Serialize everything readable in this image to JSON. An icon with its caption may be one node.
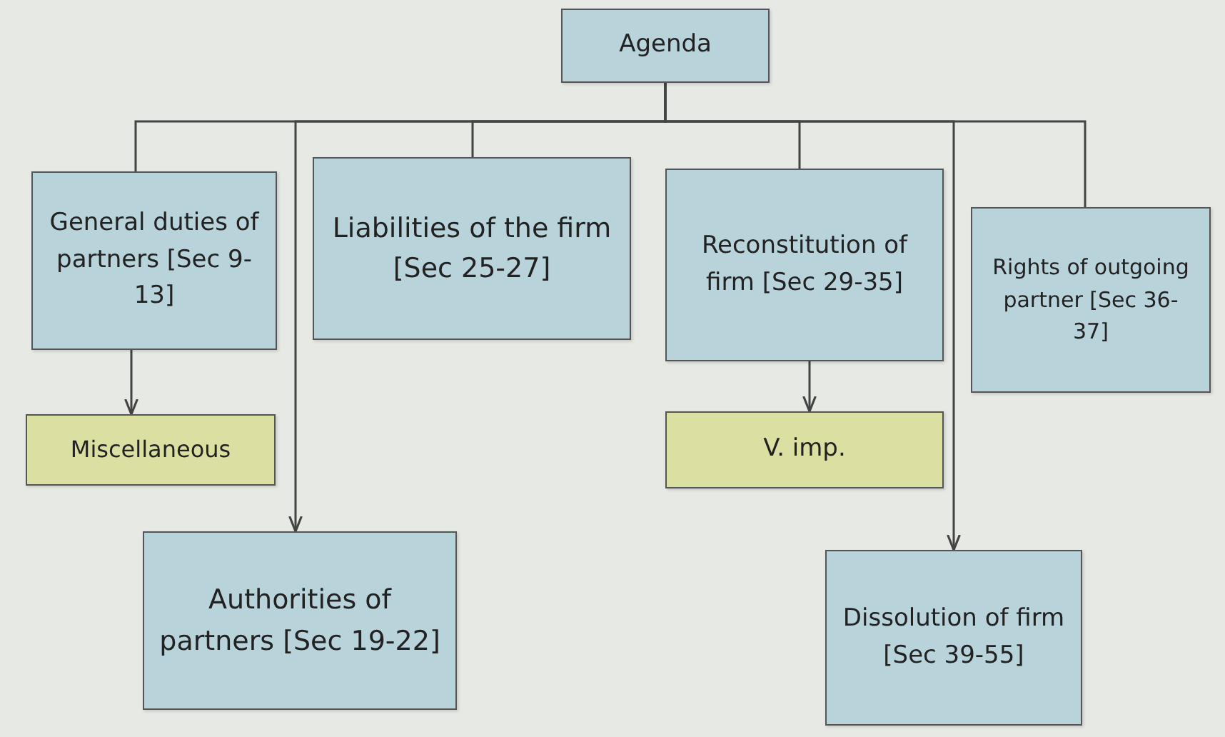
{
  "diagram": {
    "nodes": [
      {
        "text": [
          "Agenda"
        ]
      },
      {
        "text": [
          "General duties of partners [Sec 9-13]"
        ]
      },
      {
        "text": [
          "Liabilities of the firm [Sec 25-27]"
        ]
      },
      {
        "text": [
          "Reconstitution of firm [Sec 29-35]"
        ]
      },
      {
        "text": [
          "Rights of outgoing partner [Sec 36-37]"
        ]
      },
      {
        "text": [
          "Miscellaneous"
        ]
      },
      {
        "text": [
          "V. imp."
        ]
      },
      {
        "text": [
          "Authorities of partners [Sec 19-22]"
        ]
      },
      {
        "text": [
          "Dissolution of firm [Sec 39-55]"
        ]
      }
    ],
    "edges": [
      {
        "from": 0,
        "to": 1,
        "arrow": "none"
      },
      {
        "from": 0,
        "to": 2,
        "arrow": "none"
      },
      {
        "from": 0,
        "to": 3,
        "arrow": "none"
      },
      {
        "from": 0,
        "to": 4,
        "arrow": "none"
      },
      {
        "from": 0,
        "to": 7,
        "arrow": "to"
      },
      {
        "from": 0,
        "to": 8,
        "arrow": "to"
      },
      {
        "from": 1,
        "to": 5,
        "arrow": "to"
      },
      {
        "from": 3,
        "to": 6,
        "arrow": "to"
      }
    ]
  }
}
